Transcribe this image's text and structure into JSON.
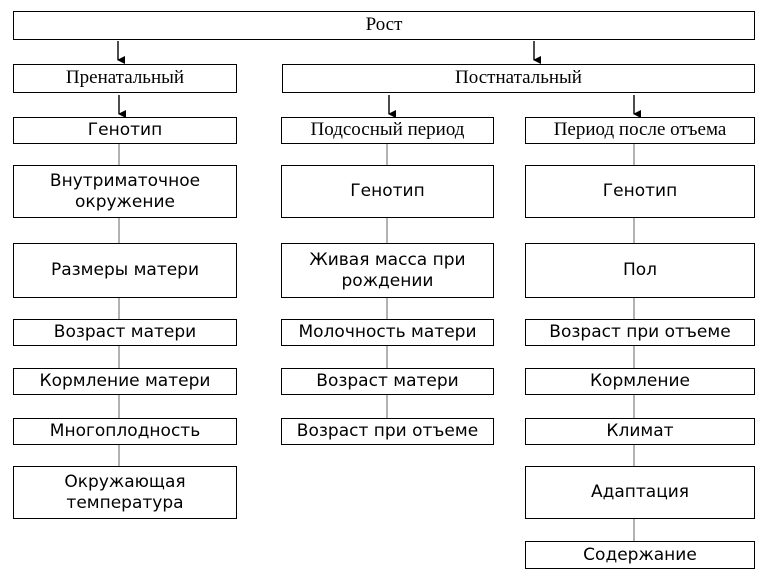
{
  "root": {
    "label": "Рост"
  },
  "branches": {
    "prenatal": {
      "label": "Пренатальный"
    },
    "postnatal": {
      "label": "Постнатальный"
    }
  },
  "columns": {
    "prenatal": {
      "items": [
        "Генотип",
        "Внутриматочное\nокружение",
        "Размеры матери",
        "Возраст матери",
        "Кормление матери",
        "Многоплодность",
        "Окружающая\nтемпература"
      ]
    },
    "suckling": {
      "header": "Подсосный период",
      "items": [
        "Генотип",
        "Живая масса при\nрождении",
        "Молочность матери",
        "Возраст матери",
        "Возраст при отъеме"
      ]
    },
    "postweaning": {
      "header": "Период после отъема",
      "items": [
        "Генотип",
        "Пол",
        "Возраст при отъеме",
        "Кормление",
        "Климат",
        "Адаптация",
        "Содержание"
      ]
    }
  }
}
